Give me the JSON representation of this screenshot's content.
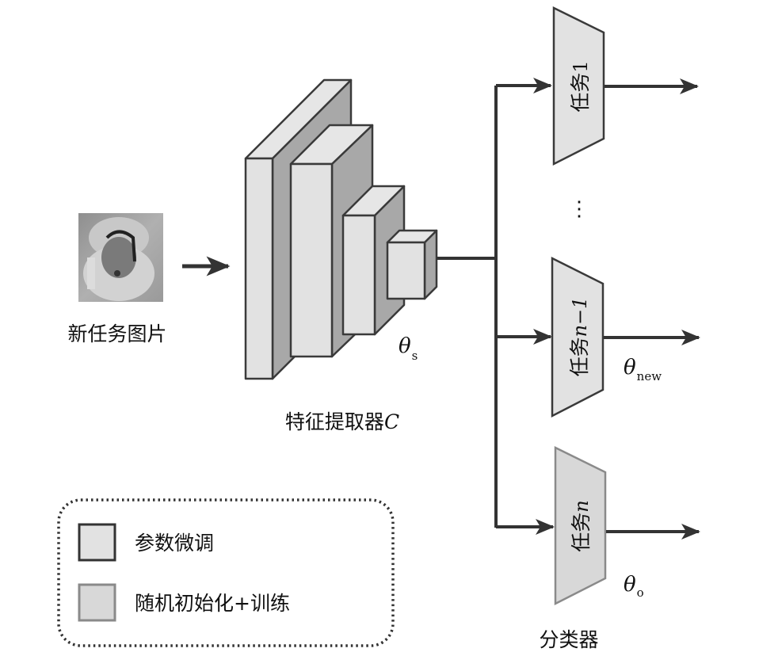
{
  "input": {
    "label": "新任务图片"
  },
  "feature_extractor": {
    "label": "特征提取器",
    "label_symbol": "C",
    "param_symbol": "θ",
    "param_subscript": "s"
  },
  "classifiers": {
    "label": "分类器",
    "ellipsis": "⋮",
    "heads": [
      {
        "label": "任务",
        "suffix": "1",
        "param_symbol": "",
        "param_subscript": "",
        "style": "fine-tune"
      },
      {
        "label": "任务",
        "suffix": "n−1",
        "param_symbol": "θ",
        "param_subscript": "new",
        "style": "fine-tune"
      },
      {
        "label": "任务",
        "suffix": "n",
        "param_symbol": "θ",
        "param_subscript": "o",
        "style": "random-init"
      }
    ]
  },
  "legend": {
    "items": [
      {
        "label": "参数微调",
        "style": "fine-tune"
      },
      {
        "label": "随机初始化+训练",
        "style": "random-init"
      }
    ]
  },
  "colors": {
    "face_light": "#e2e2e2",
    "face_dark": "#a8a8a8",
    "stroke_dark": "#3a3a3a",
    "stroke_light": "#8a8a8a",
    "random_fill": "#d8d8d8",
    "line": "#333333"
  }
}
